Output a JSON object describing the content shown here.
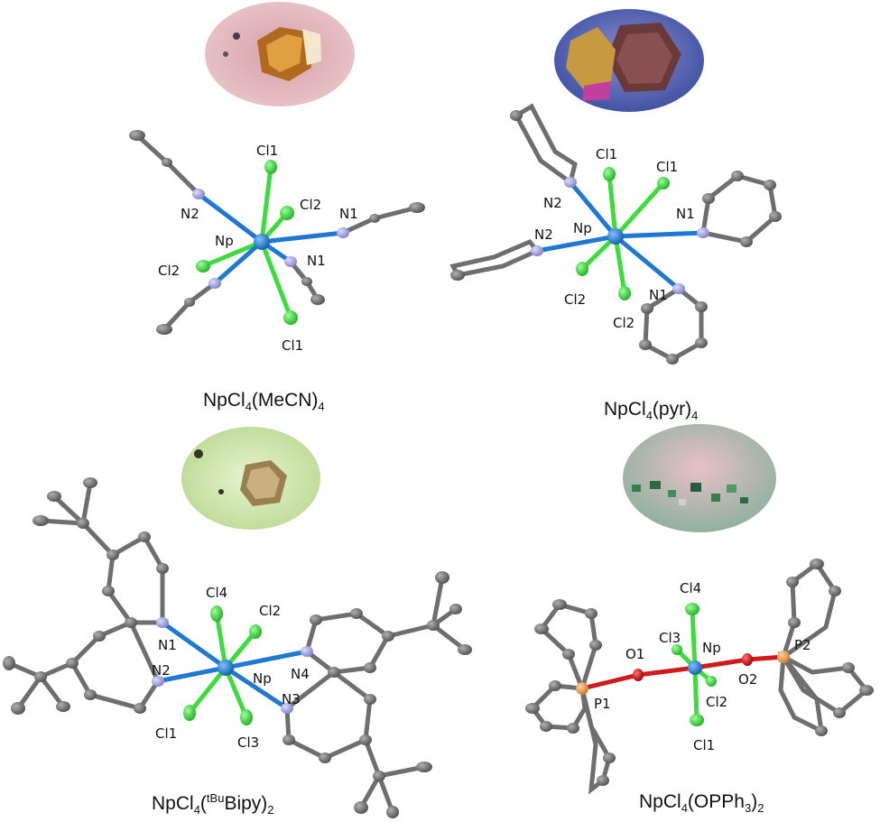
{
  "figure": {
    "panels": [
      {
        "id": "A",
        "caption": {
          "base": "NpCl",
          "sub1": "4",
          "mid": "(MeCN)",
          "sub2": "4",
          "sup": ""
        },
        "labels": [
          "Cl1",
          "Cl2",
          "N2",
          "N1",
          "Np",
          "Cl2",
          "N1",
          "Cl1"
        ]
      },
      {
        "id": "B",
        "caption": {
          "base": "NpCl",
          "sub1": "4",
          "mid": "(pyr)",
          "sub2": "4",
          "sup": ""
        },
        "labels": [
          "Cl1",
          "Cl1",
          "N2",
          "N1",
          "N2",
          "Np",
          "Cl2",
          "N1",
          "Cl2"
        ]
      },
      {
        "id": "C",
        "caption": {
          "base": "NpCl",
          "sub1": "4",
          "mid": "(",
          "sup": "tBu",
          "mid2": "Bipy)",
          "sub2": "2"
        },
        "labels": [
          "Cl4",
          "Cl2",
          "N1",
          "N2",
          "N4",
          "Np",
          "N3",
          "Cl1",
          "Cl3"
        ]
      },
      {
        "id": "D",
        "caption": {
          "base": "NpCl",
          "sub1": "4",
          "mid": "(OPPh",
          "sub3": "3",
          "mid2": ")",
          "sub2": "2"
        },
        "labels": [
          "Cl4",
          "Cl3",
          "Np",
          "O1",
          "O2",
          "P2",
          "P1",
          "Cl2",
          "Cl1"
        ]
      }
    ]
  },
  "colors": {
    "neptunium": "#1f78d1",
    "chlorine": "#3ddc3d",
    "nitrogen": "#a8a8e0",
    "carbon": "#6e6e6e",
    "oxygen": "#d11a1a",
    "phosphorus": "#f0a050"
  }
}
